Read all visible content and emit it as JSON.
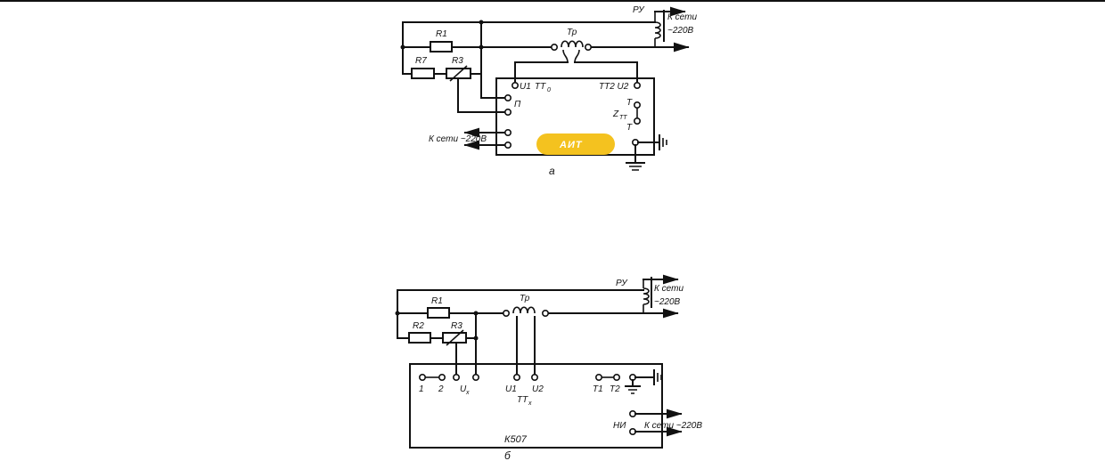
{
  "colors": {
    "ink": "#111111",
    "highlight": "#f4c21f",
    "background": "#ffffff"
  },
  "diagram_a": {
    "caption": "а",
    "resistor_r1": "R1",
    "resistor_r7": "R7",
    "resistor_r3": "R3",
    "transformer": "Тр",
    "regulator": "РУ",
    "mains_top_line1": "К сети",
    "mains_top_line2": "~220В",
    "terminal_u1": "U1",
    "terminal_tt0": "ТТ",
    "tt0_sub": "0",
    "terminal_tt2u2": "ТТ2 U2",
    "terminal_p": "П",
    "terminal_t_top": "Т",
    "terminal_ztt": "Z",
    "ztt_sub": "ТТ",
    "terminal_t_bottom": "Т",
    "mains_left": "К сети ~220В",
    "instrument": "АИТ"
  },
  "diagram_b": {
    "caption": "б",
    "resistor_r1": "R1",
    "resistor_r2": "R2",
    "resistor_r3": "R3",
    "transformer": "Тр",
    "regulator": "РУ",
    "mains_top_line1": "К сети",
    "mains_top_line2": "~220В",
    "terminal_1": "1",
    "terminal_2": "2",
    "terminal_ux": "U",
    "ux_sub": "x",
    "terminal_u1": "U1",
    "terminal_u2": "U2",
    "terminal_ttx": "ТТ",
    "ttx_sub": "x",
    "terminal_t1": "Т1",
    "terminal_t2": "Т2",
    "terminal_ni": "НИ",
    "mains_right": "К сети ~220В",
    "instrument": "К507"
  }
}
